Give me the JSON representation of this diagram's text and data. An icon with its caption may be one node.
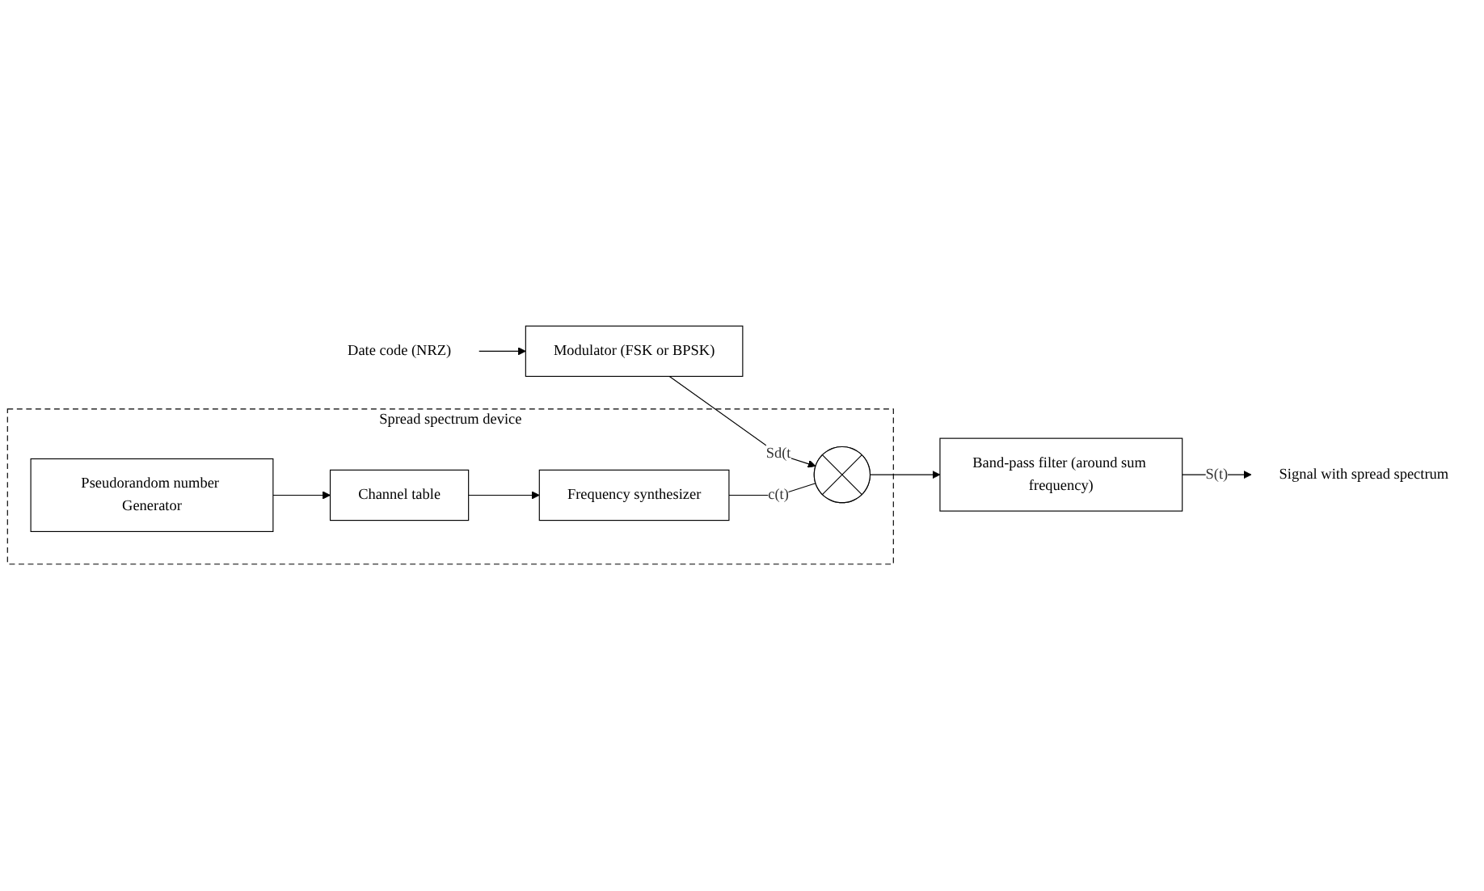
{
  "diagram": {
    "nodes": [
      {
        "text": [
          "Spread spectrum device"
        ]
      },
      {
        "text": [
          "Date code (NRZ)"
        ]
      },
      {
        "text": [
          "Modulator (FSK or BPSK)"
        ]
      },
      {
        "text": [],
        "shape": "circle",
        "in": 0
      },
      {
        "text": [
          "Frequency synthesizer"
        ],
        "in": 0
      },
      {
        "text": [
          "Pseudorandom number Generator"
        ],
        "in": 0
      },
      {
        "text": [
          "Channel table"
        ],
        "in": 0
      },
      {
        "text": [
          "Band-pass filter (around sum frequency)"
        ]
      },
      {
        "text": [
          "Signal with spread spectrum"
        ]
      }
    ],
    "edges": [
      {
        "from": 1,
        "to": 2,
        "arrow": "to"
      },
      {
        "from": 2,
        "to": 3,
        "arrow": "to",
        "label": "Sd(t"
      },
      {
        "from": 3,
        "to": 7,
        "arrow": "to"
      },
      {
        "from": 4,
        "to": 3,
        "arrow": "none",
        "label": "c(t)"
      },
      {
        "from": 6,
        "to": 4,
        "arrow": "to"
      },
      {
        "from": 5,
        "to": 6,
        "arrow": "to"
      },
      {
        "from": 7,
        "to": 8,
        "arrow": "to",
        "label": "S(t)"
      }
    ]
  }
}
